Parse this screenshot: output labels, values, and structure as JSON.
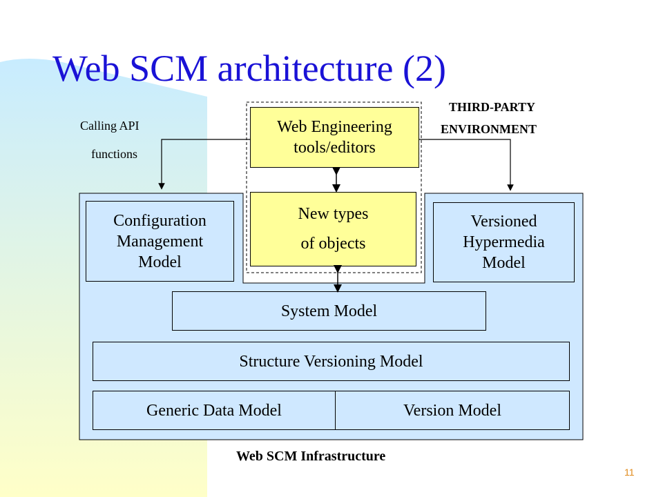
{
  "slide": {
    "title": "Web SCM architecture (2)",
    "page_number": "11",
    "accent_color": "#1a12d6",
    "box_fill_blue": "#cfe8ff",
    "box_fill_yellow": "#ffff99"
  },
  "annotations": {
    "calling_api_line1": "Calling API",
    "calling_api_line2": "functions",
    "third_party_line1": "THIRD-PARTY",
    "third_party_line2": "ENVIRONMENT",
    "infrastructure_label": "Web SCM Infrastructure"
  },
  "boxes": {
    "web_engineering_line1": "Web Engineering",
    "web_engineering_line2": "tools/editors",
    "new_types_line1": "New types",
    "new_types_line2": "of objects",
    "config_line1": "Configuration",
    "config_line2": "Management",
    "config_line3": "Model",
    "versioned_line1": "Versioned",
    "versioned_line2": "Hypermedia",
    "versioned_line3": "Model",
    "system_model": "System Model",
    "structure_versioning": "Structure Versioning Model",
    "generic_data": "Generic Data Model",
    "version_model": "Version Model"
  }
}
